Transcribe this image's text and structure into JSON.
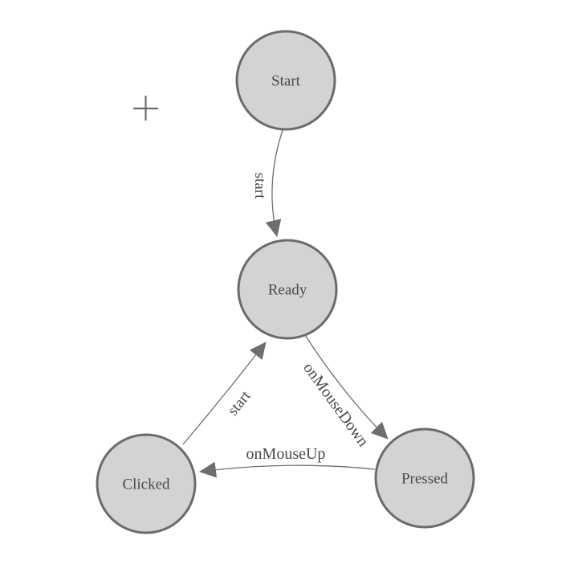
{
  "diagram": {
    "type": "state-machine",
    "colors": {
      "background": "#ffffff",
      "node_fill": "#d3d3d3",
      "node_stroke": "#6b6b6b",
      "edge_stroke": "#6e6e6e",
      "label_color": "#4a4a4a",
      "marker_color": "#6b6b6b"
    },
    "icons": {
      "origin_marker": "plus-crosshair-icon"
    },
    "nodes": [
      {
        "id": "start",
        "label": "Start"
      },
      {
        "id": "ready",
        "label": "Ready"
      },
      {
        "id": "clicked",
        "label": "Clicked"
      },
      {
        "id": "pressed",
        "label": "Pressed"
      }
    ],
    "edges": [
      {
        "from": "start",
        "to": "ready",
        "label": "start"
      },
      {
        "from": "ready",
        "to": "pressed",
        "label": "onMouseDown"
      },
      {
        "from": "pressed",
        "to": "clicked",
        "label": "onMouseUp"
      },
      {
        "from": "clicked",
        "to": "ready",
        "label": "start"
      }
    ]
  }
}
